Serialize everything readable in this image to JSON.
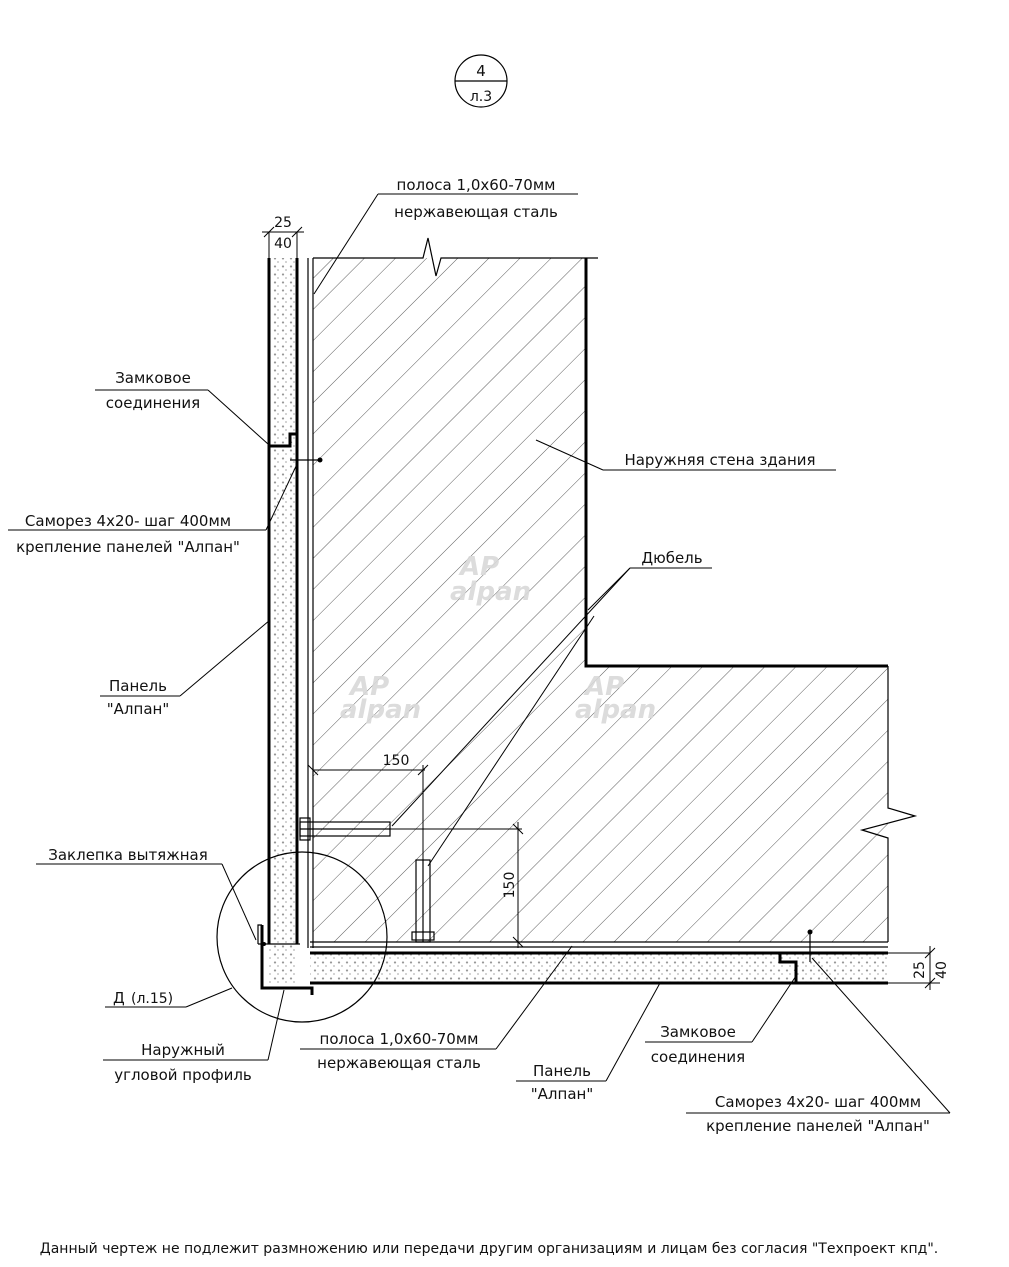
{
  "section_mark": {
    "number": "4",
    "sheet": "л.3"
  },
  "labels": {
    "strip_top_1": "полоса 1,0х60-70мм",
    "strip_top_2": "нержавеющая сталь",
    "lock_left_1": "Замковое",
    "lock_left_2": "соединения",
    "screw_left_1": "Саморез 4х20- шаг 400мм",
    "screw_left_2": "крепление панелей \"Алпан\"",
    "panel_left_1": "Панель",
    "panel_left_2": "\"Алпан\"",
    "rivet": "Заклепка вытяжная",
    "detail_ref": "Д",
    "detail_sheet": "(л.15)",
    "corner_1": "Наружный",
    "corner_2": "угловой профиль",
    "strip_bottom_1": "полоса 1,0х60-70мм",
    "strip_bottom_2": "нержавеющая сталь",
    "panel_bottom_1": "Панель",
    "panel_bottom_2": "\"Алпан\"",
    "lock_bottom_1": "Замковое",
    "lock_bottom_2": "соединения",
    "screw_bottom_1": "Саморез 4х20- шаг 400мм",
    "screw_bottom_2": "крепление панелей \"Алпан\"",
    "wall": "Наружняя стена здания",
    "dowel": "Дюбель"
  },
  "dimensions": {
    "top_25": "25",
    "top_40": "40",
    "horiz_150": "150",
    "vert_150": "150",
    "right_25": "25",
    "right_40": "40"
  },
  "watermark": {
    "symbol": "AP",
    "text": "alpan"
  },
  "footer_note": "Данный чертеж не подлежит размножению или передачи другим организациям и лицам без согласия \"Техпроект кпд\"."
}
